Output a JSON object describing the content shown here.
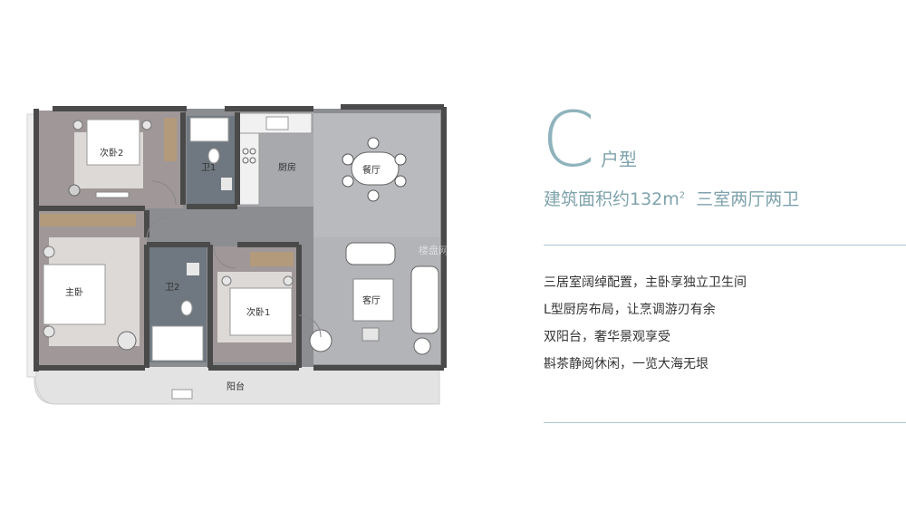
{
  "unit": {
    "letter": "C",
    "suffix": "户型",
    "area_prefix": "建筑面积约132m",
    "area_sup": "2",
    "area_suffix": "三室两厅两卫"
  },
  "features": [
    "三居室阔绰配置，主卧享独立卫生间",
    "L型厨房布局，让烹调游刃有余",
    "双阳台，奢华景观享受",
    "斟茶静阅休闲，一览大海无垠"
  ],
  "rooms": {
    "secondary_bedroom_2": "次卧2",
    "bathroom_1": "卫1",
    "kitchen": "厨房",
    "dining": "餐厅",
    "master_bedroom": "主卧",
    "bathroom_2": "卫2",
    "secondary_bedroom_1": "次卧1",
    "living": "客厅",
    "balcony": "阳台"
  },
  "watermark": "楼盘网",
  "colors": {
    "wall": "#4a4a4a",
    "floor_grey": "#8b8d90",
    "floor_bedroom": "#9f9798",
    "rug": "#dcd9d7",
    "bathroom": "#6f7880",
    "accent": "#7fa3ad"
  }
}
